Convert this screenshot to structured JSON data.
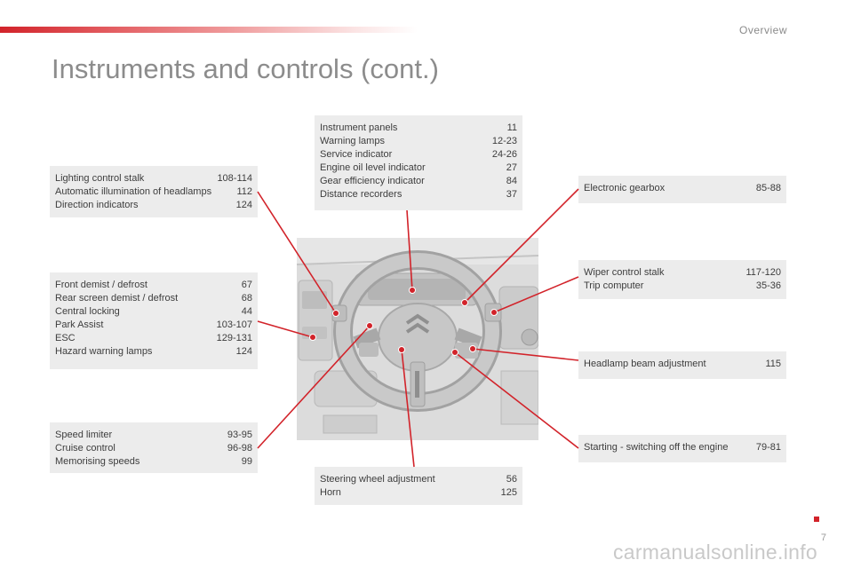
{
  "header": {
    "section": "Overview",
    "title": "Instruments and controls (cont.)"
  },
  "boxes": {
    "instrument": [
      {
        "label": "Instrument panels",
        "page": "11"
      },
      {
        "label": "Warning lamps",
        "page": "12-23"
      },
      {
        "label": "Service indicator",
        "page": "24-26"
      },
      {
        "label": "Engine oil level indicator",
        "page": "27"
      },
      {
        "label": "Gear efficiency indicator",
        "page": "84"
      },
      {
        "label": "Distance recorders",
        "page": "37"
      }
    ],
    "lighting": [
      {
        "label": "Lighting control stalk",
        "page": "108-114"
      },
      {
        "label": "Automatic illumination of headlamps",
        "page": "112"
      },
      {
        "label": "Direction indicators",
        "page": "124"
      }
    ],
    "front": [
      {
        "label": "Front demist / defrost",
        "page": "67"
      },
      {
        "label": "Rear screen demist / defrost",
        "page": "68"
      },
      {
        "label": "Central locking",
        "page": "44"
      },
      {
        "label": "Park Assist",
        "page": "103-107"
      },
      {
        "label": "ESC",
        "page": "129-131"
      },
      {
        "label": "Hazard warning lamps",
        "page": "124"
      }
    ],
    "speed": [
      {
        "label": "Speed limiter",
        "page": "93-95"
      },
      {
        "label": "Cruise control",
        "page": "96-98"
      },
      {
        "label": "Memorising speeds",
        "page": "99"
      }
    ],
    "steering": [
      {
        "label": "Steering wheel adjustment",
        "page": "56"
      },
      {
        "label": "Horn",
        "page": "125"
      }
    ],
    "gearbox": [
      {
        "label": "Electronic gearbox",
        "page": "85-88"
      }
    ],
    "wiper": [
      {
        "label": "Wiper control stalk",
        "page": "117-120"
      },
      {
        "label": "Trip computer",
        "page": "35-36"
      }
    ],
    "headlamp": [
      {
        "label": "Headlamp beam adjustment",
        "page": "115"
      }
    ],
    "starting": [
      {
        "label": "Starting - switching off the engine",
        "page": "79-81"
      }
    ]
  },
  "colors": {
    "accent": "#d2232a",
    "box_bg": "#ececec",
    "title": "#8c8c8c"
  },
  "footer": {
    "page_number": "7",
    "watermark": "carmanualsonline.info"
  }
}
